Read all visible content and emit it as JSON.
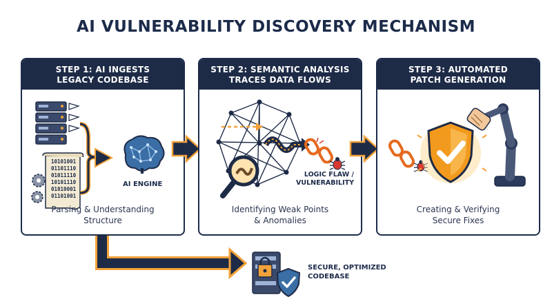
{
  "title": "AI VULNERABILITY DISCOVERY MECHANISM",
  "steps": [
    {
      "heading_line1": "STEP 1: AI INGESTS",
      "heading_line2": "LEGACY CODEBASE",
      "caption_line1": "Parsing & Understanding",
      "caption_line2": "Structure",
      "engine_label": "AI ENGINE",
      "code_lines": [
        "10101001",
        "01101110",
        "01011110",
        "10101110",
        "01010001",
        "01101001"
      ]
    },
    {
      "heading_line1": "STEP 2: SEMANTIC ANALYSIS",
      "heading_line2": "TRACES DATA FLOWS",
      "caption_line1": "Identifying Weak Points",
      "caption_line2": "& Anomalies",
      "flaw_label_line1": "LOGIC FLAW /",
      "flaw_label_line2": "VULNERABILITY"
    },
    {
      "heading_line1": "STEP 3: AUTOMATED",
      "heading_line2": "PATCH GENERATION",
      "caption_line1": "Creating & Verifying",
      "caption_line2": "Secure Fixes"
    }
  ],
  "result": {
    "label_line1": "SECURE, OPTIMIZED",
    "label_line2": "CODEBASE"
  },
  "colors": {
    "navy": "#1e2b47",
    "accent_orange": "#f2a23a",
    "bug_red": "#d8382f",
    "brain_blue": "#3a6ea5"
  },
  "icons": [
    "server-stack-icon",
    "code-scroll-icon",
    "gear-icon",
    "brain-icon",
    "network-graph-icon",
    "magnifier-icon",
    "broken-chain-icon",
    "bug-icon",
    "shield-check-icon",
    "robot-arm-icon",
    "lock-icon",
    "arrow-icon"
  ]
}
